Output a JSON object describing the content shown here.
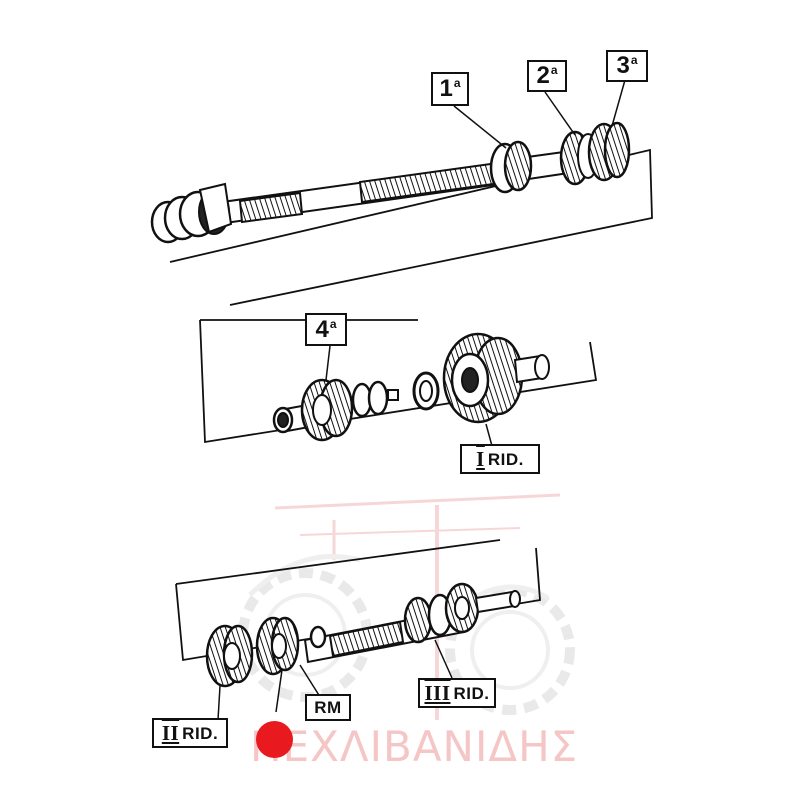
{
  "labels": {
    "part_1": {
      "num": "1",
      "sup": "a"
    },
    "part_2": {
      "num": "2",
      "sup": "a"
    },
    "part_3": {
      "num": "3",
      "sup": "a"
    },
    "part_4": {
      "num": "4",
      "sup": "a"
    },
    "rid_1": {
      "roman": "I",
      "text": "RID."
    },
    "rid_2": {
      "roman": "II",
      "text": "RID."
    },
    "rid_3": {
      "roman": "III",
      "text": "RID."
    },
    "rm": "RM"
  },
  "watermark": {
    "text": "ΠΕΧΛΙΒΑΝΙΔΗΣ",
    "color": "#f2b3b3",
    "icon": "tractor-gear-logo"
  },
  "marker": {
    "color": "#e8191f",
    "icon": "red-dot"
  },
  "colors": {
    "ink": "#111111",
    "background": "#ffffff"
  }
}
